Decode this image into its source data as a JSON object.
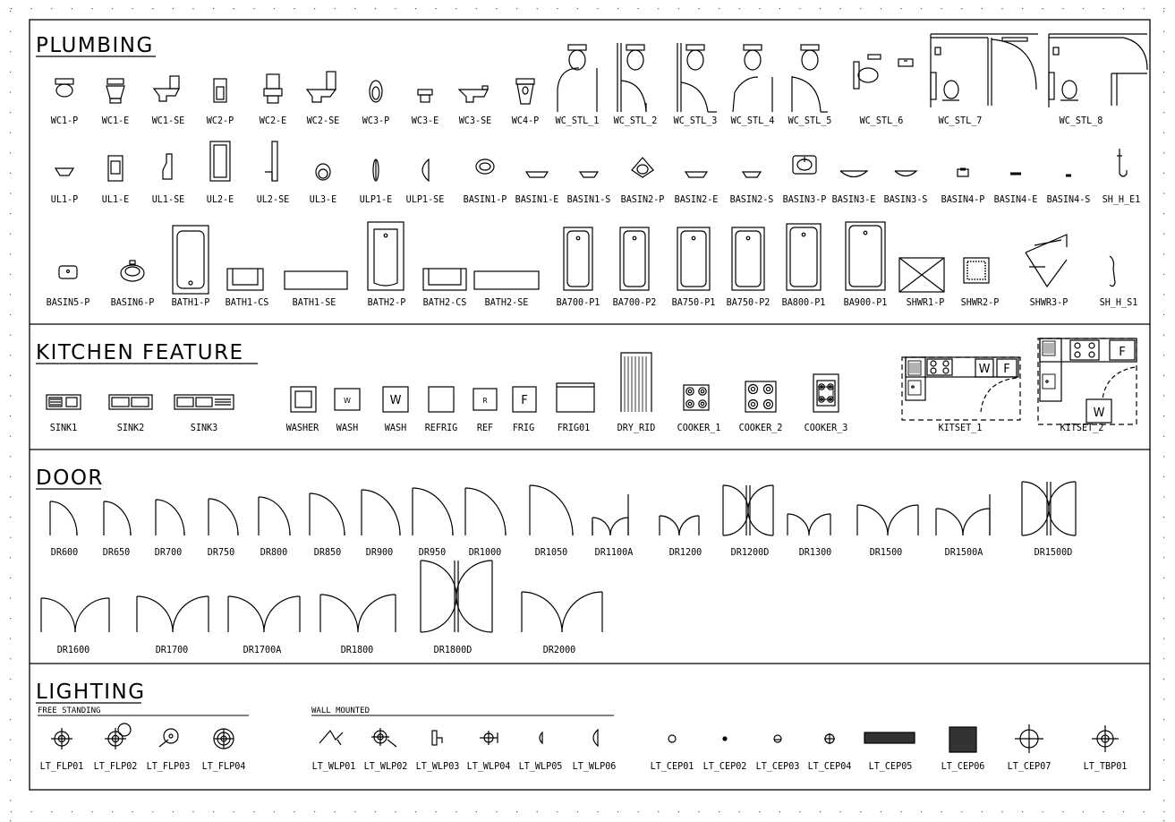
{
  "sheet": {
    "sections": [
      {
        "key": "plumbing",
        "title": "PLUMBING",
        "rows": [
          [
            "WC1-P",
            "WC1-E",
            "WC1-SE",
            "WC2-P",
            "WC2-E",
            "WC2-SE",
            "WC3-P",
            "WC3-E",
            "WC3-SE",
            "WC4-P",
            "WC_STL_1",
            "WC_STL_2",
            "WC_STL_3",
            "WC_STL_4",
            "WC_STL_5",
            "WC_STL_6",
            "WC_STL_7",
            "WC_STL_8"
          ],
          [
            "UL1-P",
            "UL1-E",
            "UL1-SE",
            "UL2-E",
            "UL2-SE",
            "UL3-E",
            "ULP1-E",
            "ULP1-SE",
            "BASIN1-P",
            "BASIN1-E",
            "BASIN1-S",
            "BASIN2-P",
            "BASIN2-E",
            "BASIN2-S",
            "BASIN3-P",
            "BASIN3-E",
            "BASIN3-S",
            "BASIN4-P",
            "BASIN4-E",
            "BASIN4-S",
            "SH_H_E1"
          ],
          [
            "BASIN5-P",
            "BASIN6-P",
            "BATH1-P",
            "BATH1-CS",
            "BATH1-SE",
            "BATH2-P",
            "BATH2-CS",
            "BATH2-SE",
            "BA700-P1",
            "BA700-P2",
            "BA750-P1",
            "BA750-P2",
            "BA800-P1",
            "BA900-P1",
            "SHWR1-P",
            "SHWR2-P",
            "SHWR3-P",
            "SH_H_S1"
          ]
        ]
      },
      {
        "key": "kitchen",
        "title": "KITCHEN FEATURE",
        "rows": [
          [
            "SINK1",
            "SINK2",
            "SINK3",
            "WASHER",
            "WASH",
            "WASH",
            "REFRIG",
            "REF",
            "FRIG",
            "FRIG01",
            "DRY_RID",
            "COOKER_1",
            "COOKER_2",
            "COOKER_3",
            "KITSET_1",
            "KITSET_2"
          ]
        ]
      },
      {
        "key": "door",
        "title": "DOOR",
        "rows": [
          [
            "DR600",
            "DR650",
            "DR700",
            "DR750",
            "DR800",
            "DR850",
            "DR900",
            "DR950",
            "DR1000",
            "DR1050",
            "DR1100A",
            "DR1200",
            "DR1200D",
            "DR1300",
            "DR1500",
            "DR1500A",
            "DR1500D"
          ],
          [
            "DR1600",
            "DR1700",
            "DR1700A",
            "DR1800",
            "DR1800D",
            "DR2000"
          ]
        ]
      },
      {
        "key": "lighting",
        "title": "LIGHTING",
        "subheadings": [
          "FREE STANDING",
          "WALL MOUNTED"
        ],
        "rows": [
          [
            "LT_FLP01",
            "LT_FLP02",
            "LT_FLP03",
            "LT_FLP04",
            "LT_WLP01",
            "LT_WLP02",
            "LT_WLP03",
            "LT_WLP04",
            "LT_WLP05",
            "LT_WLP06",
            "LT_CEP01",
            "LT_CEP02",
            "LT_CEP03",
            "LT_CEP04",
            "LT_CEP05",
            "LT_CEP06",
            "LT_CEP07",
            "LT_TBP01"
          ]
        ]
      }
    ],
    "symbol_letters": {
      "wash_small": "W",
      "wash_large": "W",
      "ref": "R",
      "frig": "F",
      "kit_w": "W",
      "kit_f": "F"
    }
  }
}
